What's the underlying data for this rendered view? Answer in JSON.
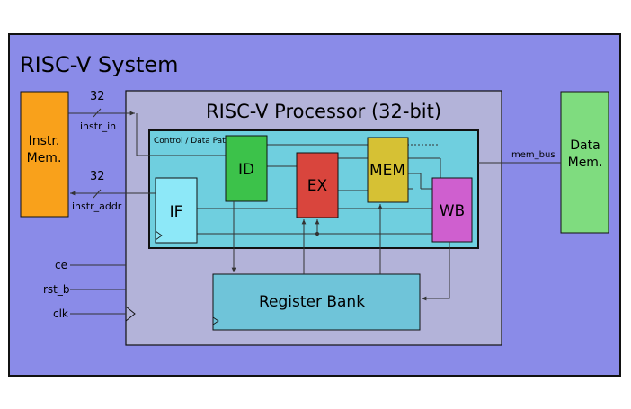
{
  "colors": {
    "system_bg": "#8a8be8",
    "processor_bg": "#b3b3d9",
    "datapath_bg": "#6fcfdf",
    "instr_mem": "#f9a11b",
    "data_mem": "#7fdc7f",
    "if_stage": "#8de8f8",
    "id_stage": "#3cc24a",
    "ex_stage": "#d9453d",
    "mem_stage": "#d6c134",
    "wb_stage": "#cf5fcf",
    "register_bank": "#6fc4d9",
    "line": "#333333"
  },
  "system": {
    "title": "RISC-V System"
  },
  "processor": {
    "title": "RISC-V Processor (32-bit)"
  },
  "datapath": {
    "label": "Control / Data Path"
  },
  "blocks": {
    "instr_mem": [
      "Instr.",
      "Mem."
    ],
    "data_mem": [
      "Data",
      "Mem."
    ],
    "if_stage": "IF",
    "id_stage": "ID",
    "ex_stage": "EX",
    "mem_stage": "MEM",
    "wb_stage": "WB",
    "register_bank": "Register Bank"
  },
  "signals": {
    "instr_in": "instr_in",
    "instr_in_width": "32",
    "instr_addr": "instr_addr",
    "instr_addr_width": "32",
    "mem_bus": "mem_bus",
    "ce": "ce",
    "rst_b": "rst_b",
    "clk": "clk"
  }
}
